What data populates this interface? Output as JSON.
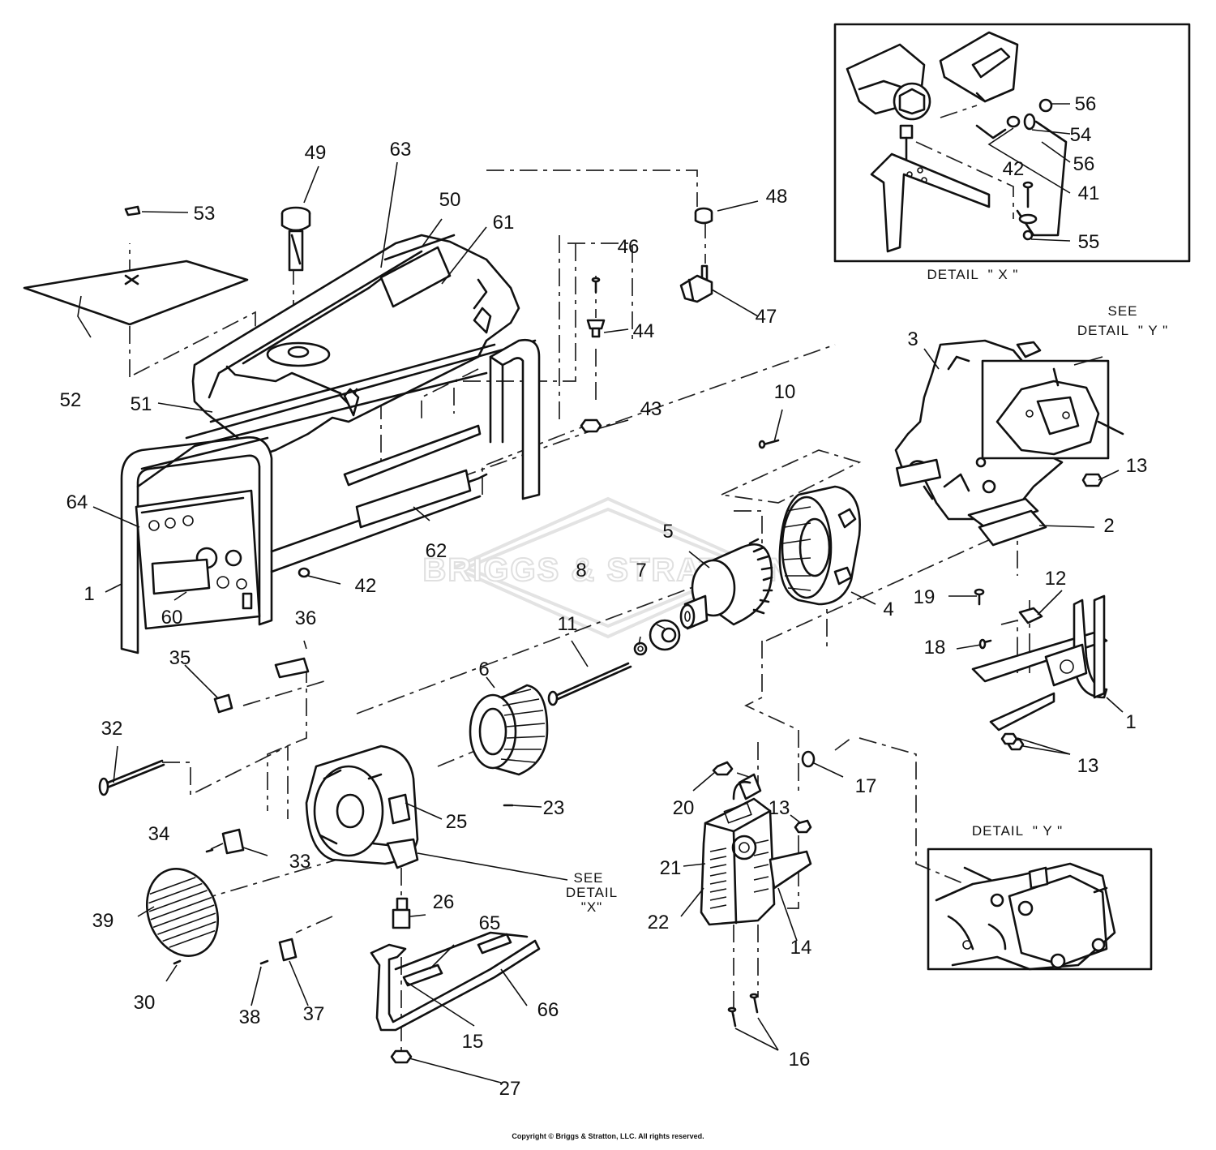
{
  "watermark": {
    "brand": "BRIGGS & STRATTON"
  },
  "details": {
    "detail_x": {
      "caption": "DETAIL  \" X \""
    },
    "detail_y": {
      "caption": "DETAIL  \" Y \""
    },
    "see_detail_y": {
      "line1": "SEE",
      "line2": "DETAIL  \" Y \""
    },
    "see_detail_x": {
      "line1": "SEE",
      "line2": "DETAIL",
      "line3": "\"X\""
    }
  },
  "part_labels": [
    {
      "id": "p49",
      "text": "49"
    },
    {
      "id": "p63",
      "text": "63"
    },
    {
      "id": "p50",
      "text": "50"
    },
    {
      "id": "p61",
      "text": "61"
    },
    {
      "id": "p53",
      "text": "53"
    },
    {
      "id": "p52",
      "text": "52"
    },
    {
      "id": "p51",
      "text": "51"
    },
    {
      "id": "p48",
      "text": "48"
    },
    {
      "id": "p46",
      "text": "46"
    },
    {
      "id": "p44",
      "text": "44"
    },
    {
      "id": "p47",
      "text": "47"
    },
    {
      "id": "p43",
      "text": "43"
    },
    {
      "id": "p64",
      "text": "64"
    },
    {
      "id": "p62",
      "text": "62"
    },
    {
      "id": "p1a",
      "text": "1"
    },
    {
      "id": "p60",
      "text": "60"
    },
    {
      "id": "p42a",
      "text": "42"
    },
    {
      "id": "p10",
      "text": "10"
    },
    {
      "id": "p3",
      "text": "3"
    },
    {
      "id": "p13a",
      "text": "13"
    },
    {
      "id": "p2",
      "text": "2"
    },
    {
      "id": "p5",
      "text": "5"
    },
    {
      "id": "p4",
      "text": "4"
    },
    {
      "id": "p8",
      "text": "8"
    },
    {
      "id": "p7",
      "text": "7"
    },
    {
      "id": "p19",
      "text": "19"
    },
    {
      "id": "p12",
      "text": "12"
    },
    {
      "id": "p18",
      "text": "18"
    },
    {
      "id": "p36",
      "text": "36"
    },
    {
      "id": "p35",
      "text": "35"
    },
    {
      "id": "p11",
      "text": "11"
    },
    {
      "id": "p6",
      "text": "6"
    },
    {
      "id": "p1b",
      "text": "1"
    },
    {
      "id": "p13b",
      "text": "13"
    },
    {
      "id": "p32",
      "text": "32"
    },
    {
      "id": "p23",
      "text": "23"
    },
    {
      "id": "p20",
      "text": "20"
    },
    {
      "id": "p17",
      "text": "17"
    },
    {
      "id": "p25",
      "text": "25"
    },
    {
      "id": "p34",
      "text": "34"
    },
    {
      "id": "p33",
      "text": "33"
    },
    {
      "id": "p13c",
      "text": "13"
    },
    {
      "id": "p21",
      "text": "21"
    },
    {
      "id": "p39",
      "text": "39"
    },
    {
      "id": "p26",
      "text": "26"
    },
    {
      "id": "p22",
      "text": "22"
    },
    {
      "id": "p14",
      "text": "14"
    },
    {
      "id": "p65",
      "text": "65"
    },
    {
      "id": "p30",
      "text": "30"
    },
    {
      "id": "p66",
      "text": "66"
    },
    {
      "id": "p15",
      "text": "15"
    },
    {
      "id": "p38",
      "text": "38"
    },
    {
      "id": "p37",
      "text": "37"
    },
    {
      "id": "p16",
      "text": "16"
    },
    {
      "id": "p27",
      "text": "27"
    },
    {
      "id": "p56a",
      "text": "56"
    },
    {
      "id": "p54",
      "text": "54"
    },
    {
      "id": "p56b",
      "text": "56"
    },
    {
      "id": "p41",
      "text": "41"
    },
    {
      "id": "p42b",
      "text": "42"
    },
    {
      "id": "p55",
      "text": "55"
    }
  ],
  "footer": {
    "copyright": "Copyright © Briggs & Stratton, LLC. All rights reserved."
  }
}
